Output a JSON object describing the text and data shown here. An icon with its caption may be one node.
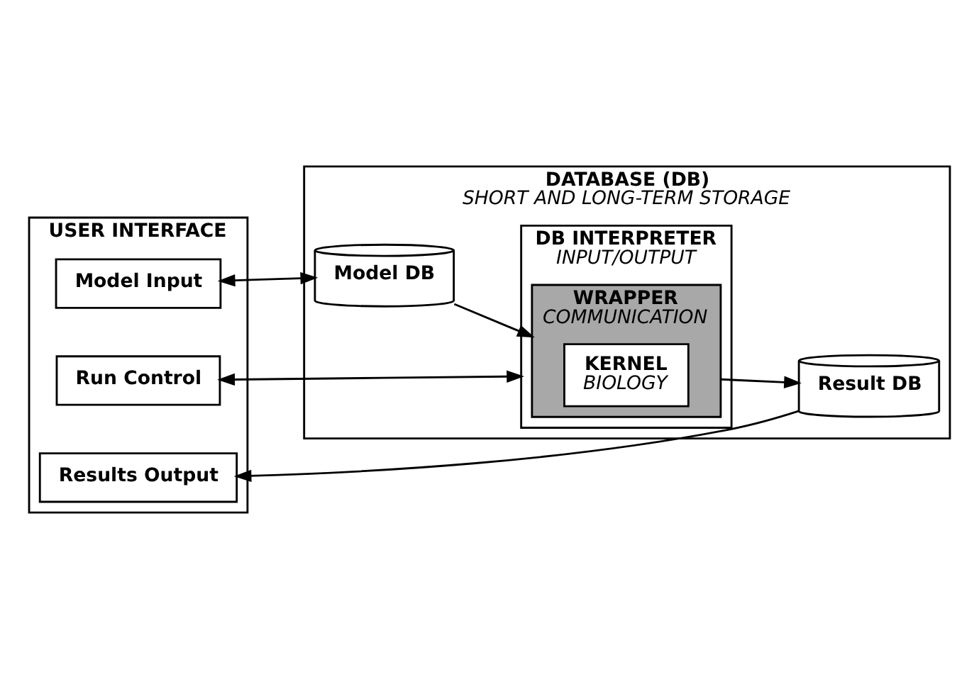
{
  "diagram": {
    "nodes": [
      {
        "text": [
          "USER INTERFACE"
        ]
      },
      {
        "text": [
          "Model Input"
        ],
        "in": 0
      },
      {
        "text": [
          "Results Output"
        ],
        "in": 0
      },
      {
        "text": [
          "Run Control"
        ],
        "in": 0
      },
      {
        "text": [
          "DATABASE (DB)",
          "SHORT AND LONG-TERM STORAGE"
        ]
      },
      {
        "text": [
          "Model DB"
        ],
        "in": 4
      },
      {
        "text": [
          "Result DB"
        ],
        "in": 4
      },
      {
        "text": [
          "DB INTERPRETER",
          "INPUT/OUTPUT"
        ],
        "in": 4
      },
      {
        "text": [
          "WRAPPER",
          "COMMUNICATION"
        ],
        "in": 7
      },
      {
        "text": [
          "KERNEL",
          "BIOLOGY"
        ],
        "in": 8
      }
    ],
    "edges": [
      {
        "from": 1,
        "to": 5,
        "arrow": "both"
      },
      {
        "from": 5,
        "to": 8,
        "arrow": "to"
      },
      {
        "from": 8,
        "to": 6,
        "arrow": "to"
      },
      {
        "from": 6,
        "to": 2,
        "arrow": "to"
      },
      {
        "from": 3,
        "to": 7,
        "arrow": "both"
      }
    ]
  }
}
